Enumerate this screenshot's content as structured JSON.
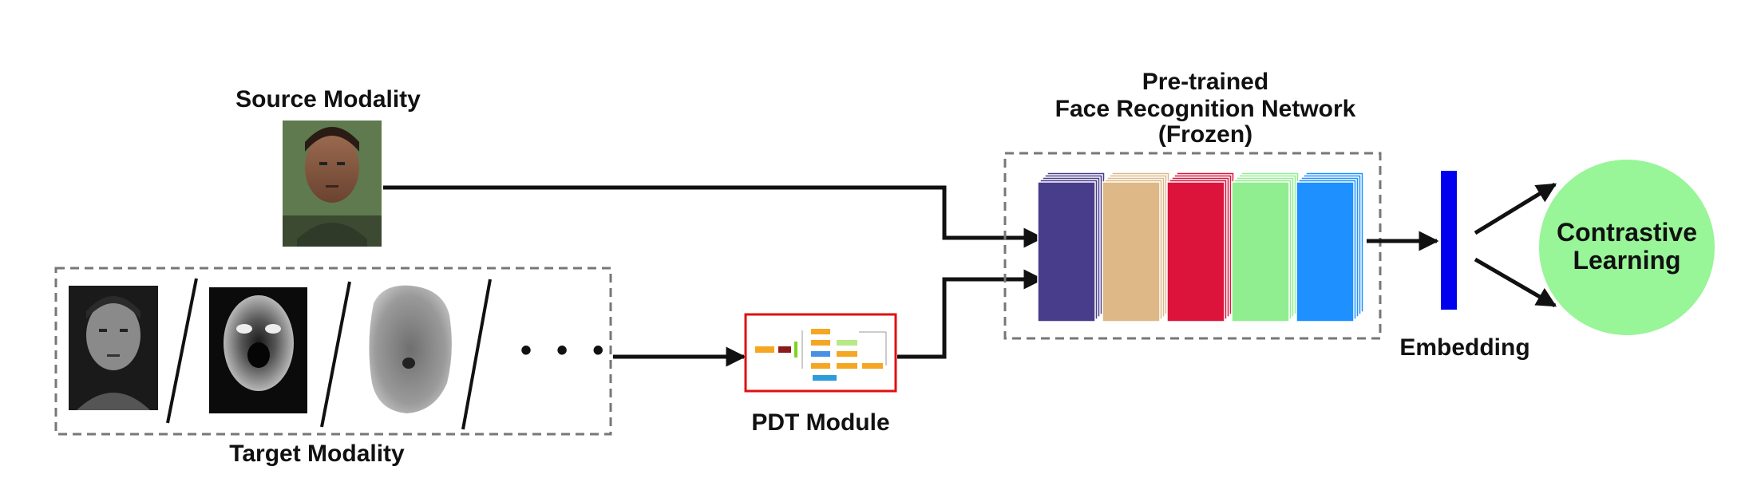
{
  "labels": {
    "source_modality": "Source Modality",
    "target_modality": "Target Modality",
    "pdt_module": "PDT Module",
    "network_line1": "Pre-trained",
    "network_line2": "Face Recognition Network",
    "network_line3": "(Frozen)",
    "embedding": "Embedding",
    "contrastive_line1": "Contrastive",
    "contrastive_line2": "Learning",
    "ellipsis": "• • •"
  },
  "colors": {
    "layer1": "#483D8B",
    "layer2": "#DEB887",
    "layer3": "#DC143C",
    "layer4": "#90EE90",
    "layer5": "#1E90FF",
    "embedding_bar": "#0000EE",
    "contrastive_circle": "#98F598",
    "pdt_border": "#E01010",
    "dashed_border": "#777777",
    "arrow": "#111111"
  },
  "icons": {
    "source_face": "face-photo-rgb-icon",
    "target_faces": [
      "face-photo-nir-icon",
      "face-photo-thermal-icon",
      "face-photo-depth-icon"
    ]
  }
}
